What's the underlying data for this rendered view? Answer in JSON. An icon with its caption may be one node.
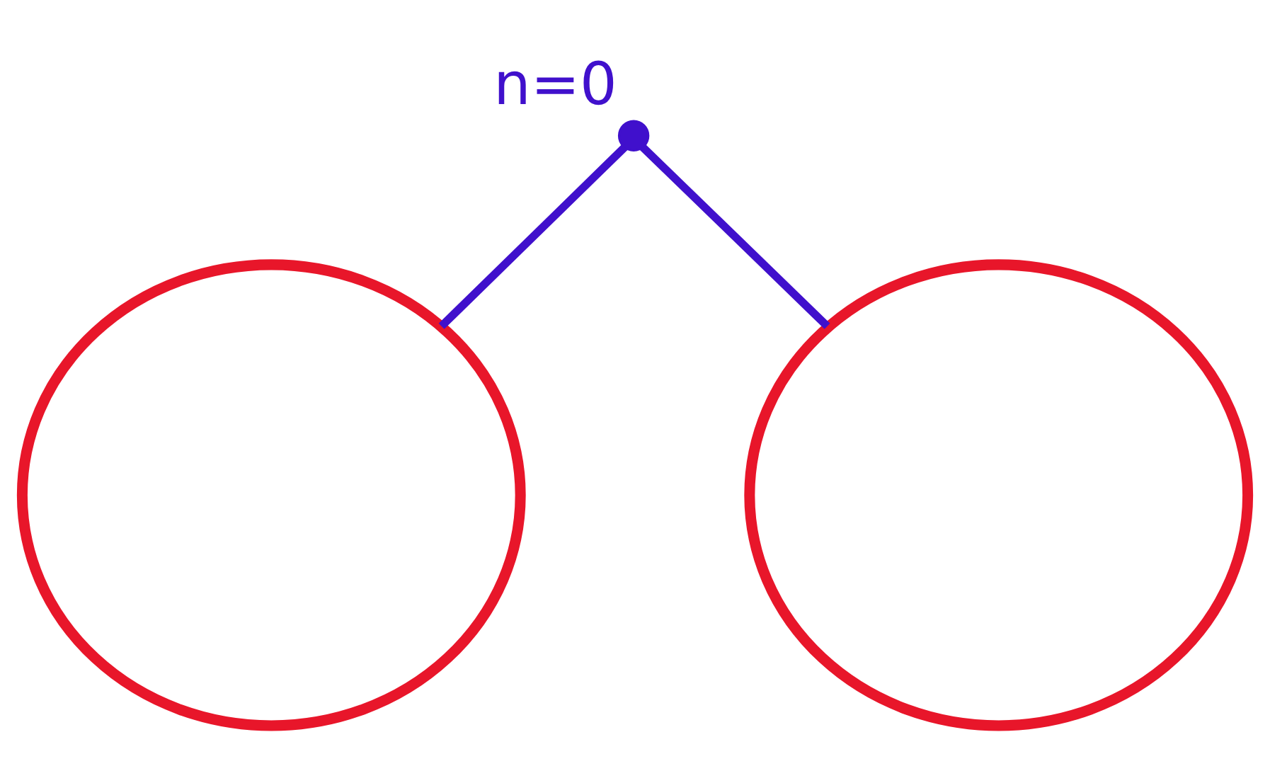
{
  "diagram": {
    "nodes": [
      {
        "text": [],
        "shape": "circle",
        "beside": [
          "n=0"
        ]
      },
      {
        "text": [],
        "shape": "oval"
      },
      {
        "text": [],
        "shape": "oval"
      }
    ],
    "edges": [
      {
        "from": 0,
        "to": 1,
        "arrow": "none"
      },
      {
        "from": 0,
        "to": 2,
        "arrow": "none"
      }
    ]
  }
}
